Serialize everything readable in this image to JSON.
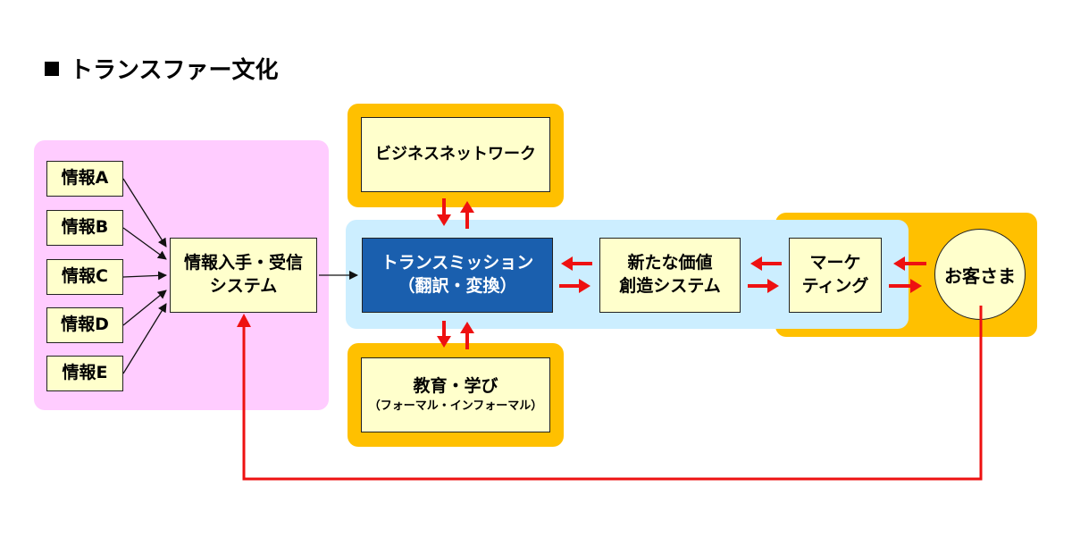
{
  "title": "トランスファー文化",
  "info_sources": [
    "情報A",
    "情報B",
    "情報C",
    "情報D",
    "情報E"
  ],
  "acquisition": [
    "情報入手・受信",
    "システム"
  ],
  "business_network": "ビジネスネットワーク",
  "transmission": [
    "トランスミッション",
    "（翻訳・変換）"
  ],
  "education": {
    "main": "教育・学び",
    "sub": "（フォーマル・インフォーマル）"
  },
  "value_creation": [
    "新たな価値",
    "創造システム"
  ],
  "marketing": [
    "マーケ",
    "ティング"
  ],
  "customer": "お客さま",
  "colors": {
    "pink_panel": "#ffccff",
    "orange_panel": "#ffc000",
    "blue_panel": "#cceeff",
    "box_fill": "#ffffcc",
    "transmission_fill": "#1a5fae",
    "arrow_red": "#ee1111"
  }
}
